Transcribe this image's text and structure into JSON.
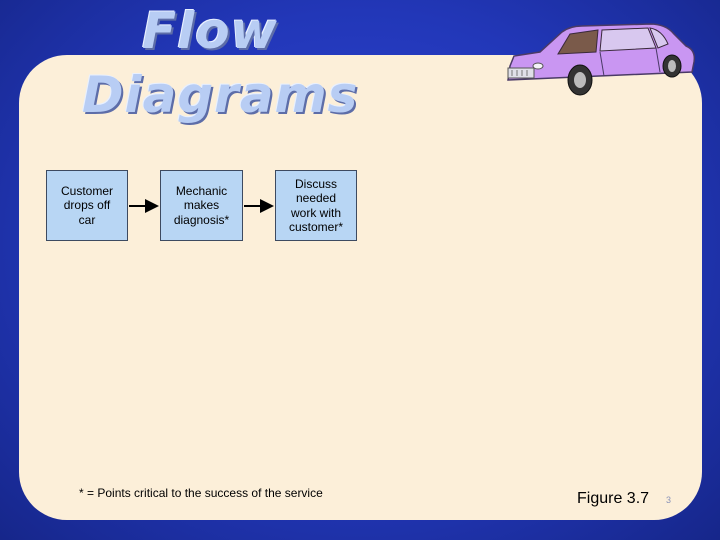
{
  "title": {
    "line1": "Flow",
    "line2": "Diagrams"
  },
  "flow": {
    "steps": [
      {
        "lines": [
          "Customer",
          "drops off",
          "car"
        ]
      },
      {
        "lines": [
          "Mechanic",
          "makes",
          "diagnosis*"
        ]
      },
      {
        "lines": [
          "Discuss",
          "needed",
          "work with",
          "customer*"
        ]
      }
    ]
  },
  "footnote": "* = Points critical to the success of the service",
  "figure_label": "Figure 3.7",
  "page_number": "3",
  "icons": {
    "car": "car-illustration-icon",
    "arrow": "arrow-right-icon"
  },
  "colors": {
    "background": "#2237b8",
    "panel": "#fcefd9",
    "box_fill": "#b8d6f4",
    "title": "#b8cdf4",
    "car_body": "#c996f2"
  }
}
